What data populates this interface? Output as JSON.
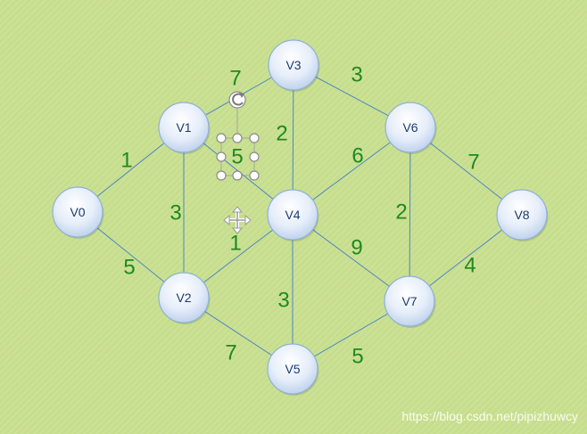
{
  "nodes": [
    {
      "id": "V0",
      "label": "V0"
    },
    {
      "id": "V1",
      "label": "V1"
    },
    {
      "id": "V2",
      "label": "V2"
    },
    {
      "id": "V3",
      "label": "V3"
    },
    {
      "id": "V4",
      "label": "V4"
    },
    {
      "id": "V5",
      "label": "V5"
    },
    {
      "id": "V6",
      "label": "V6"
    },
    {
      "id": "V7",
      "label": "V7"
    },
    {
      "id": "V8",
      "label": "V8"
    }
  ],
  "edges": [
    {
      "from": "V0",
      "to": "V1",
      "weight": "1"
    },
    {
      "from": "V0",
      "to": "V2",
      "weight": "5"
    },
    {
      "from": "V1",
      "to": "V2",
      "weight": "3"
    },
    {
      "from": "V1",
      "to": "V3",
      "weight": "7"
    },
    {
      "from": "V1",
      "to": "V4",
      "weight": "5"
    },
    {
      "from": "V2",
      "to": "V4",
      "weight": "1"
    },
    {
      "from": "V2",
      "to": "V5",
      "weight": "7"
    },
    {
      "from": "V3",
      "to": "V4",
      "weight": "2"
    },
    {
      "from": "V3",
      "to": "V6",
      "weight": "3"
    },
    {
      "from": "V4",
      "to": "V5",
      "weight": "3"
    },
    {
      "from": "V4",
      "to": "V6",
      "weight": "6"
    },
    {
      "from": "V4",
      "to": "V7",
      "weight": "9"
    },
    {
      "from": "V5",
      "to": "V7",
      "weight": "5"
    },
    {
      "from": "V6",
      "to": "V7",
      "weight": "2"
    },
    {
      "from": "V6",
      "to": "V8",
      "weight": "7"
    },
    {
      "from": "V7",
      "to": "V8",
      "weight": "4"
    }
  ],
  "colors": {
    "background": "#c6de8c",
    "edge": "#4f86c6",
    "weight_text": "#1e8a1e",
    "node_text": "#1b3a73"
  },
  "watermark": "https://blog.csdn.net/pipizhuwcy"
}
